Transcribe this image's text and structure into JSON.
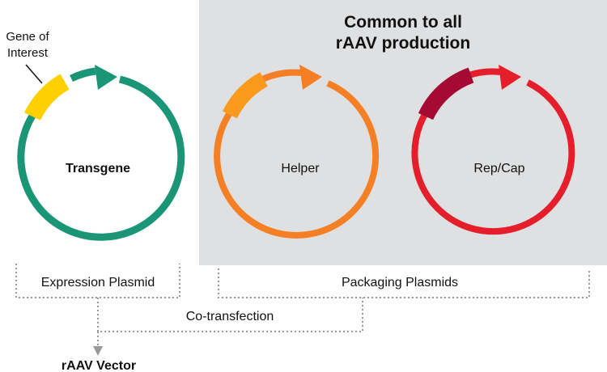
{
  "header": {
    "title_line1": "Common to all",
    "title_line2": "rAAV production"
  },
  "plasmids": {
    "transgene": {
      "label": "Transgene",
      "ring_color": "#1a9676",
      "insert_color": "#ffd000"
    },
    "helper": {
      "label": "Helper",
      "ring_color": "#f57f25",
      "insert_color": "#f99a1c"
    },
    "repcap": {
      "label": "Rep/Cap",
      "ring_color": "#e41f2b",
      "insert_color": "#a50a34"
    }
  },
  "callout": {
    "line1": "Gene of",
    "line2": "Interest"
  },
  "groups": {
    "expression": "Expression Plasmid",
    "packaging": "Packaging Plasmids"
  },
  "process": {
    "step": "Co-transfection",
    "result": "rAAV Vector"
  },
  "colors": {
    "panel_background": "#dfe0e1",
    "connector": "#999999",
    "text": "#1a1a1a"
  }
}
